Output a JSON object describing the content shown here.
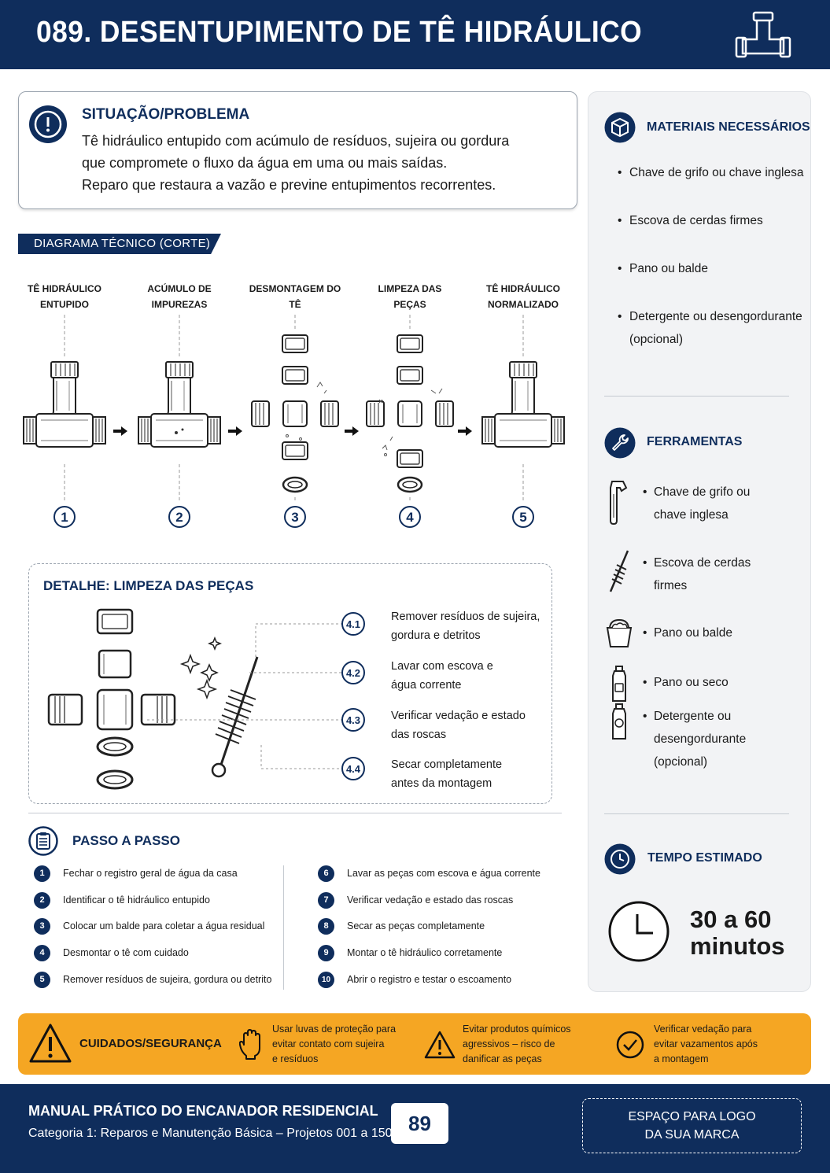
{
  "header": {
    "title": "089. DESENTUPIMENTO DE TÊ HIDRÁULICO",
    "icon": "pipe-tee-icon"
  },
  "situation": {
    "title": "SITUAÇÃO/PROBLEMA",
    "lines": [
      "Tê hidráulico entupido com acúmulo de resíduos, sujeira ou gordura",
      "que compromete o fluxo da água em uma ou mais saídas.",
      "Reparo que restaura a vazão e previne entupimentos recorrentes."
    ]
  },
  "diagram": {
    "banner": "DIAGRAMA TÉCNICO (CORTE)",
    "stages": [
      {
        "line1": "TÊ HIDRÁULICO",
        "line2": "ENTUPIDO",
        "num": "1"
      },
      {
        "line1": "ACÚMULO DE",
        "line2": "IMPUREZAS",
        "num": "2"
      },
      {
        "line1": "DESMONTAGEM DO",
        "line2": "TÊ",
        "num": "3"
      },
      {
        "line1": "LIMPEZA DAS",
        "line2": "PEÇAS",
        "num": "4"
      },
      {
        "line1": "TÊ HIDRÁULICO",
        "line2": "NORMALIZADO",
        "num": "5"
      }
    ]
  },
  "detail": {
    "title": "DETALHE: LIMPEZA DAS PEÇAS",
    "items": [
      {
        "num": "4.1",
        "line1": "Remover resíduos de sujeira,",
        "line2": "gordura e detritos"
      },
      {
        "num": "4.2",
        "line1": "Lavar com escova e",
        "line2": "água corrente"
      },
      {
        "num": "4.3",
        "line1": "Verificar vedação e estado",
        "line2": "das roscas"
      },
      {
        "num": "4.4",
        "line1": "Secar completamente",
        "line2": "antes da montagem"
      }
    ]
  },
  "steps": {
    "title": "PASSO A PASSO",
    "items": [
      {
        "num": "1",
        "text": "Fechar o registro geral de água da casa"
      },
      {
        "num": "2",
        "text": "Identificar o tê hidráulico entupido"
      },
      {
        "num": "3",
        "text": "Colocar um balde para coletar a água residual"
      },
      {
        "num": "4",
        "text": "Desmontar o tê com cuidado"
      },
      {
        "num": "5",
        "text": "Remover resíduos de sujeira, gordura ou detrito"
      },
      {
        "num": "6",
        "text": "Lavar as peças com escova e água corrente"
      },
      {
        "num": "7",
        "text": "Verificar vedação e estado das roscas"
      },
      {
        "num": "8",
        "text": "Secar as peças completamente"
      },
      {
        "num": "9",
        "text": "Montar o tê hidráulico corretamente"
      },
      {
        "num": "10",
        "text": "Abrir o registro e testar o escoamento"
      }
    ]
  },
  "materials": {
    "title": "MATERIAIS NECESSÁRIOS",
    "items": [
      {
        "line1": "Chave de grifo ou chave inglesa",
        "line2": ""
      },
      {
        "line1": "Escova de cerdas firmes",
        "line2": ""
      },
      {
        "line1": "Pano ou balde",
        "line2": ""
      },
      {
        "line1": "Detergente ou desengordurante",
        "line2": "(opcional)"
      }
    ]
  },
  "tools": {
    "title": "FERRAMENTAS",
    "items": [
      {
        "line1": "Chave de grifo ou",
        "line2": "chave inglesa",
        "line3": ""
      },
      {
        "line1": "Escova de cerdas",
        "line2": "firmes",
        "line3": ""
      },
      {
        "line1": "Pano ou balde",
        "line2": "",
        "line3": ""
      },
      {
        "line1": "Pano ou seco",
        "line2": "",
        "line3": ""
      },
      {
        "line1": "Detergente ou",
        "line2": "desengordurante",
        "line3": "(opcional)"
      }
    ]
  },
  "time": {
    "title": "TEMPO ESTIMADO",
    "value_line1": "30 a 60",
    "value_line2": "minutos"
  },
  "safety": {
    "title": "CUIDADOS/SEGURANÇA",
    "items": [
      {
        "line1": "Usar luvas de proteção para",
        "line2": "evitar contato com sujeira",
        "line3": "e resíduos"
      },
      {
        "line1": "Evitar produtos químicos",
        "line2": "agressivos – risco de",
        "line3": "danificar as peças"
      },
      {
        "line1": "Verificar vedação para",
        "line2": "evitar vazamentos após",
        "line3": "a montagem"
      }
    ]
  },
  "footer": {
    "title": "MANUAL PRÁTICO DO ENCANADOR RESIDENCIAL",
    "subtitle": "Categoria 1: Reparos e Manutenção Básica – Projetos 001 a 150",
    "page": "89",
    "logo_line1": "ESPAÇO PARA LOGO",
    "logo_line2": "DA SUA MARCA"
  },
  "colors": {
    "navy": "#0f2d5c",
    "orange": "#f5a623",
    "panel": "#f2f3f5"
  }
}
